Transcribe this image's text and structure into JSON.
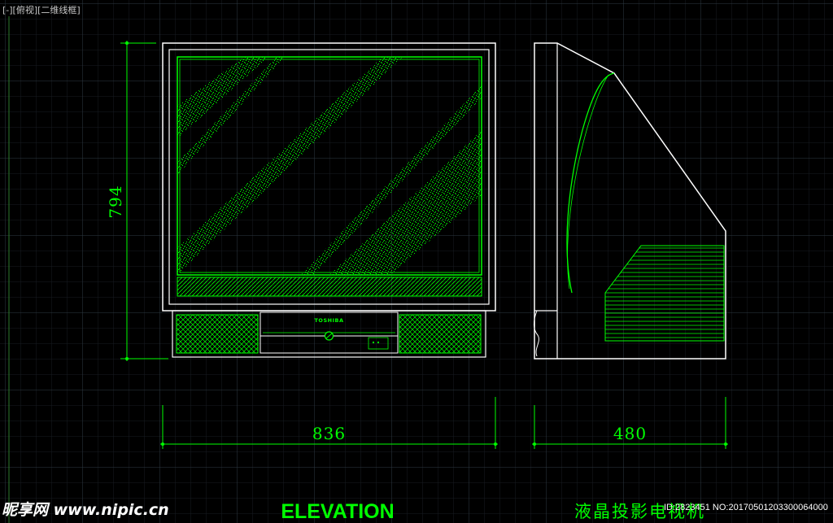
{
  "viewport": {
    "label": "[-][俯视][二维线框]"
  },
  "colors": {
    "background": "#000000",
    "grid_major": "#2e3a44",
    "grid_minor": "#171c22",
    "outline": "#ffffff",
    "detail": "#00ff00"
  },
  "dimensions": {
    "height": "794",
    "front_width": "836",
    "side_depth": "480"
  },
  "tv": {
    "brand": "TOSHIBA"
  },
  "title": "ELEVATION",
  "subtitle": "液晶投影电视机",
  "watermark": {
    "logo": "昵享网 www.nipic.cn",
    "id": "ID:2823451 NO:20170501203300064000"
  }
}
